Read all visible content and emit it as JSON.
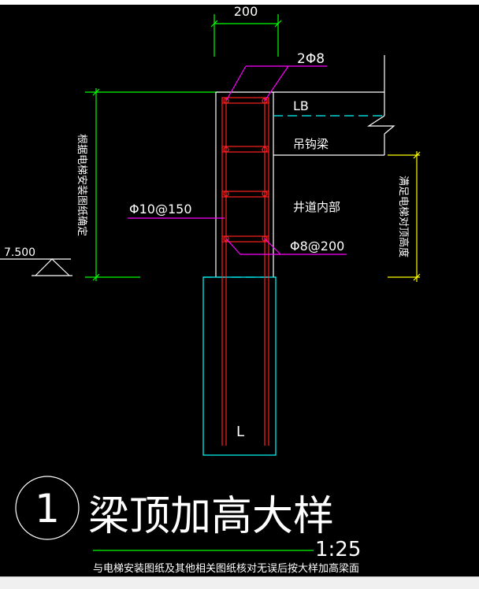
{
  "colors": {
    "background": "#000000",
    "white": "#ffffff",
    "green": "#00ff00",
    "cyan": "#00ffff",
    "red": "#ff2020",
    "magenta": "#ff00ff",
    "yellow": "#ffff00"
  },
  "dims": {
    "width_200": "200",
    "rebar_2phi8": "2Φ8",
    "stirrup_phi10": "Φ10@150",
    "stirrup_phi8": "Φ8@200"
  },
  "labels": {
    "lb": "LB",
    "hoist_beam": "吊钩梁",
    "shaft_interior": "井道内部",
    "beam_l": "L",
    "left_vertical": "根据电梯安装图纸确定",
    "right_vertical": "满足电梯对顶高度",
    "elevation": "7.500"
  },
  "title": {
    "number": "1",
    "text": "梁顶加高大样",
    "scale": "1:25",
    "note": "与电梯安装图纸及其他相关图纸核对无误后按大样加高梁面"
  }
}
